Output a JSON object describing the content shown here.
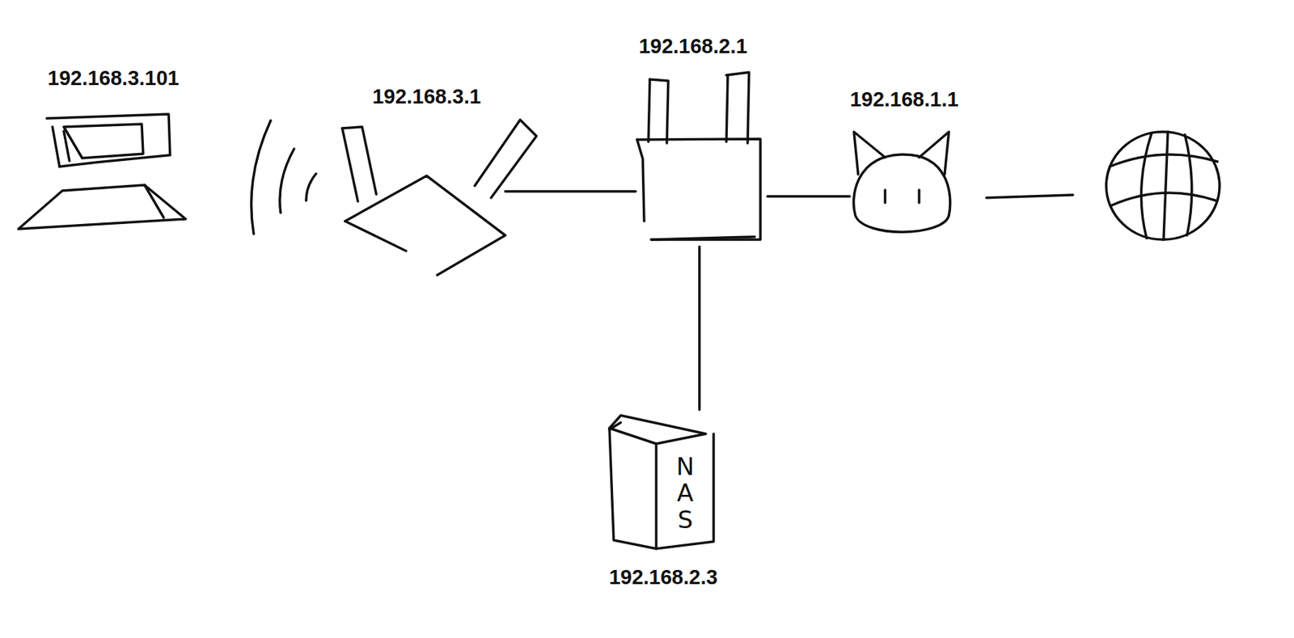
{
  "diagram": {
    "nodes": [
      {
        "text": [
          "192.168.3.101"
        ]
      },
      {
        "text": [
          "192.168.3.1"
        ]
      },
      {
        "text": [
          "192.168.2.1"
        ]
      },
      {
        "text": [
          "192.168.1.1"
        ]
      },
      {
        "text": [
          "NAS",
          "192.168.2.3"
        ]
      }
    ],
    "edges": [
      {
        "from": 1,
        "to": 2,
        "arrow": "none"
      },
      {
        "from": 2,
        "to": 3,
        "arrow": "none"
      },
      {
        "from": 2,
        "to": 4,
        "arrow": "none"
      }
    ]
  }
}
